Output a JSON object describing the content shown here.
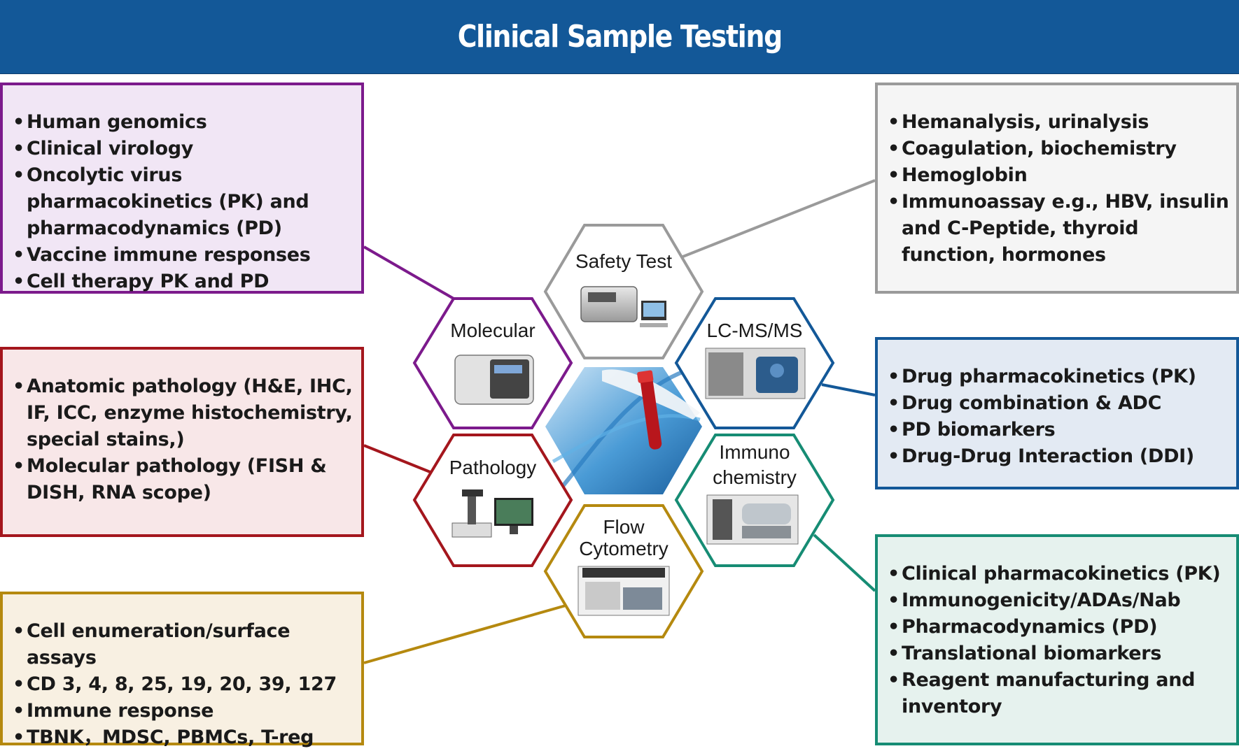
{
  "title": "Clinical Sample Testing",
  "hexagons": {
    "safety": {
      "label": "Safety Test",
      "color": "#9a9a9a"
    },
    "molecular": {
      "label": "Molecular",
      "color": "#7c1a8c"
    },
    "lcms": {
      "label": "LC-MS/MS",
      "color": "#135898"
    },
    "pathology": {
      "label": "Pathology",
      "color": "#a4161d"
    },
    "immuno": {
      "label_line1": "Immuno",
      "label_line2": "chemistry",
      "color": "#168c74"
    },
    "flow": {
      "label_line1": "Flow",
      "label_line2": "Cytometry",
      "color": "#b5890f"
    }
  },
  "boxes": {
    "molecular": {
      "items": [
        "Human genomics",
        "Clinical virology",
        "Oncolytic virus pharmacokinetics (PK) and pharmacodynamics (PD)",
        "Vaccine immune responses",
        "Cell therapy PK and PD"
      ]
    },
    "pathology": {
      "items": [
        "Anatomic pathology (H&E, IHC, IF, ICC, enzyme histochemistry, special stains,)",
        "Molecular pathology (FISH & DISH, RNA scope)"
      ]
    },
    "flow": {
      "items": [
        "Cell enumeration/surface assays",
        "CD 3, 4, 8, 25, 19, 20, 39, 127",
        "Immune response",
        "TBNK，MDSC, PBMCs, T-reg"
      ]
    },
    "safety": {
      "items": [
        "Hemanalysis, urinalysis",
        "Coagulation, biochemistry",
        "Hemoglobin",
        "Immunoassay e.g., HBV, insulin and C-Peptide, thyroid function, hormones"
      ]
    },
    "lcms": {
      "items": [
        "Drug pharmacokinetics (PK)",
        "Drug combination & ADC",
        "PD biomarkers",
        "Drug-Drug Interaction (DDI)"
      ]
    },
    "immuno": {
      "items": [
        "Clinical pharmacokinetics (PK)",
        "Immunogenicity/ADAs/Nab",
        "Pharmacodynamics (PD)",
        "Translational biomarkers",
        "Reagent manufacturing and inventory"
      ]
    }
  }
}
